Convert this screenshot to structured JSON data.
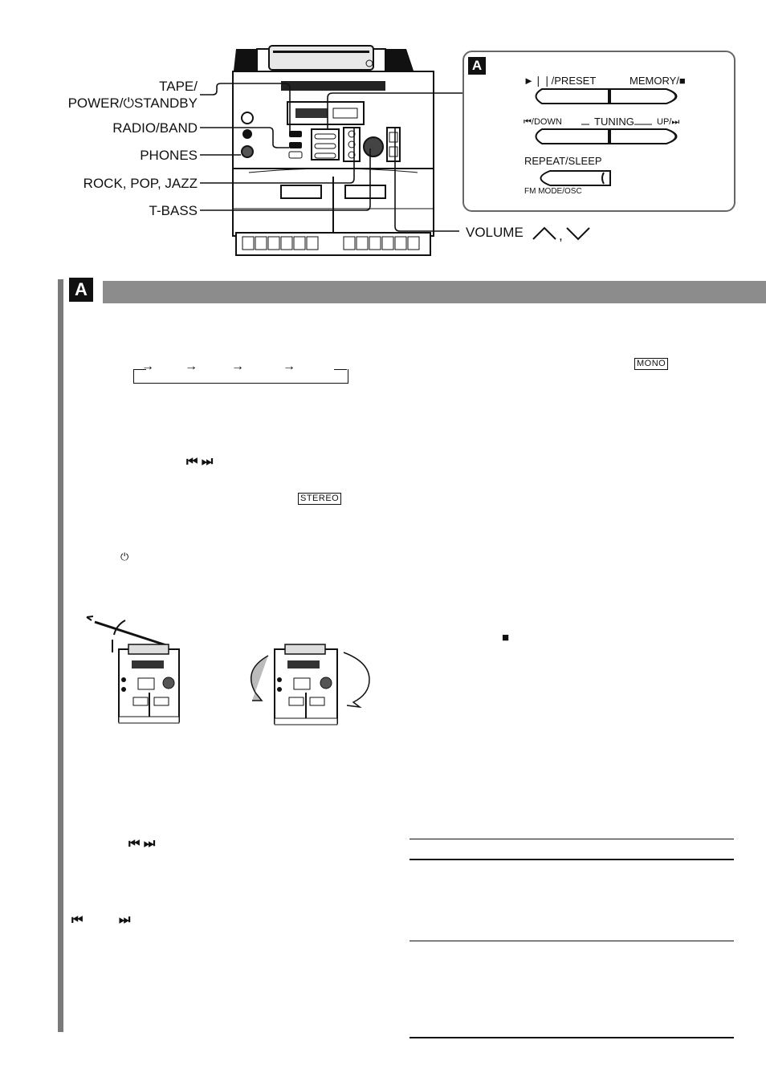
{
  "callouts": {
    "tape_power_line1": "TAPE/",
    "tape_power_line2": "POWER/⏻STANDBY",
    "radio_band": "RADIO/BAND",
    "phones": "PHONES",
    "rock_pop_jazz": "ROCK, POP, JAZZ",
    "t_bass": "T-BASS",
    "volume": "VOLUME"
  },
  "inset": {
    "marker": "A",
    "play_preset": "►❘❘/PRESET",
    "memory_stop": "MEMORY/■",
    "down": "⏮/DOWN",
    "tuning": "TUNING",
    "up": "UP/⏭",
    "repeat_sleep": "REPEAT/SLEEP",
    "fm_mode_osc": "FM MODE/OSC"
  },
  "section": {
    "marker": "A",
    "mono_indicator": "MONO",
    "stereo_indicator": "STEREO",
    "standby_symbol": "⏻",
    "stop_symbol": "■",
    "skip_pair_1": "⏮  ⏭",
    "skip_pair_2": "⏮  ⏭",
    "skip_back": "⏮",
    "skip_forward": "⏭",
    "arrows": [
      "→",
      "→",
      "→",
      "→"
    ]
  },
  "colors": {
    "section_bar": "#8c8c8c",
    "side_rule": "#7a7a7a"
  }
}
